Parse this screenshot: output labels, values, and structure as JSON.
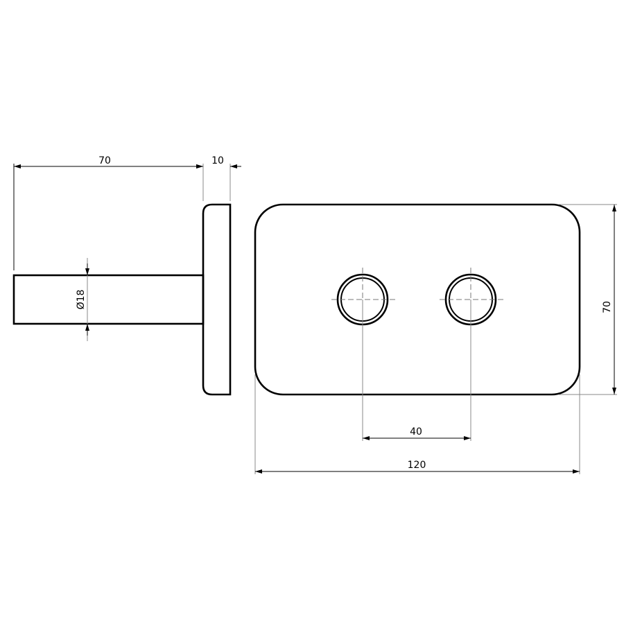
{
  "drawing": {
    "side_view": {
      "shaft_length_label": "70",
      "plate_thickness_label": "10",
      "shaft_diameter_label": "Ø18"
    },
    "front_view": {
      "height_label": "70",
      "hole_spacing_label": "40",
      "width_label": "120"
    }
  }
}
